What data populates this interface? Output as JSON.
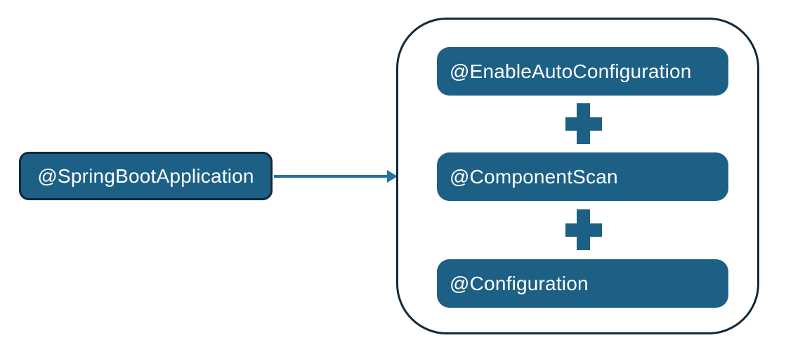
{
  "diagram": {
    "source_box": {
      "label": "@SpringBootApplication"
    },
    "operator": "+",
    "composite_items": [
      {
        "label": "@EnableAutoConfiguration"
      },
      {
        "label": "@ComponentScan"
      },
      {
        "label": "@Configuration"
      }
    ],
    "colors": {
      "box_fill": "#1d6085",
      "outline": "#13293a",
      "arrow": "#2173a3",
      "plus": "#1d6085",
      "text_on_fill": "#ffffff",
      "canvas_bg": "#ffffff"
    }
  }
}
